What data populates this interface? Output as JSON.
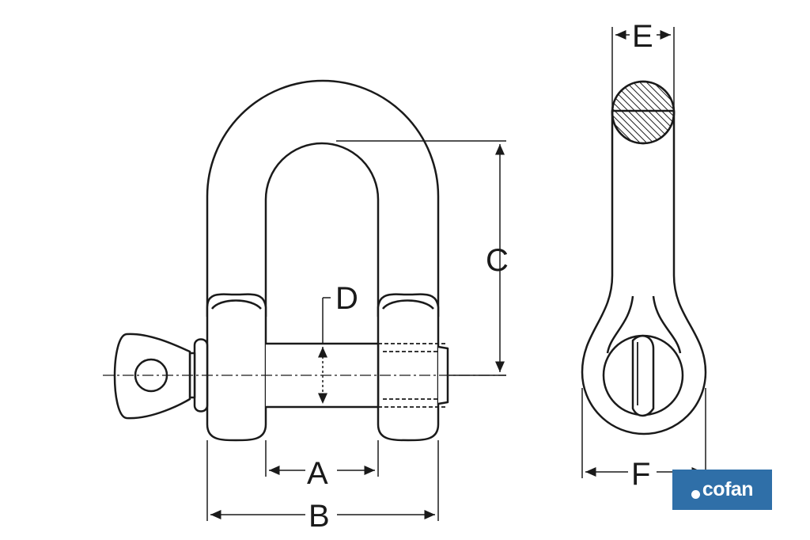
{
  "labels": {
    "A": "A",
    "B": "B",
    "C": "C",
    "D": "D",
    "E": "E",
    "F": "F"
  },
  "logo": {
    "text": "cofan",
    "background": "#2f6fa8",
    "foreground": "#ffffff"
  },
  "colors": {
    "line": "#1a1a1a",
    "fill": "#ffffff"
  }
}
